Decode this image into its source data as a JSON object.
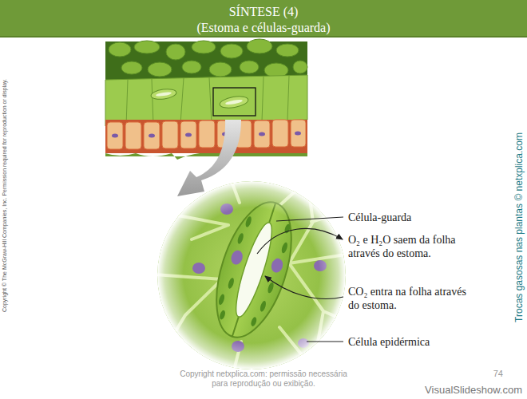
{
  "diagram": {
    "title": "SÍNTESE (4)",
    "labels": [
      "(Estoma e células-guarda)",
      "Célula-guarda",
      "O₂ e H₂O saem da folha através do estoma.",
      "CO₂ entra na folha através do estoma.",
      "Célula epidérmica",
      "Copyright © The McGraw-Hill Companies, Inc. Permission required for reproduction or display.",
      "Trocas gasosas nas plantas © netxplica.com",
      "Copyright netxplica.com: permissão necessária para reprodução ou exibição.",
      "74",
      "VisualSlideshow.com"
    ]
  }
}
